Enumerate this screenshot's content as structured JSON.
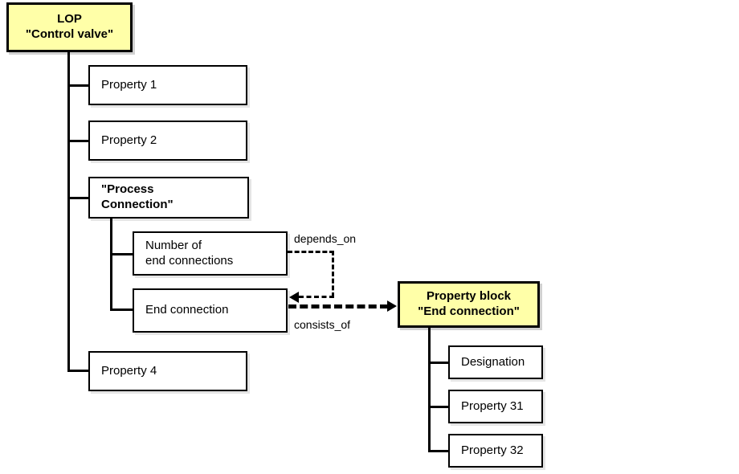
{
  "diagram": {
    "title_root": "LOP\n\"Control valve\"",
    "background_color": "#ffffff",
    "accent_color": "#ffffa8",
    "line_color": "#000000"
  },
  "root": {
    "label": "LOP\n\"Control valve\"",
    "name": "root-node-lop-control-valve"
  },
  "properties": [
    {
      "label": "Property 1",
      "name": "node-property-1"
    },
    {
      "label": "Property 2",
      "name": "node-property-2"
    },
    {
      "label": "\"Process\nConnection\"",
      "name": "node-process-connection"
    },
    {
      "label": "Property 4",
      "name": "node-property-4"
    }
  ],
  "process_children": [
    {
      "label": "Number of\nend connections",
      "name": "node-number-of-end-connections"
    },
    {
      "label": "End connection",
      "name": "node-end-connection"
    }
  ],
  "relations": {
    "depends_on": "depends_on",
    "consists_of": "consists_of"
  },
  "property_block": {
    "label": "Property block\n\"End connection\"",
    "name": "node-property-block-end-connection"
  },
  "block_children": [
    {
      "label": "Designation",
      "name": "node-designation"
    },
    {
      "label": "Property 31",
      "name": "node-property-31"
    },
    {
      "label": "Property 32",
      "name": "node-property-32"
    }
  ]
}
